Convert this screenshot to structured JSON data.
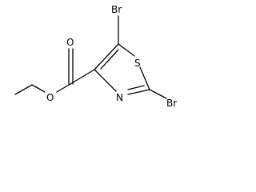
{
  "molecule": {
    "atoms": {
      "br5": "Br",
      "br2": "Br",
      "sulfur": "S",
      "nitrogen": "N",
      "carbonyl_oxygen": "O",
      "ester_oxygen": "O"
    }
  }
}
